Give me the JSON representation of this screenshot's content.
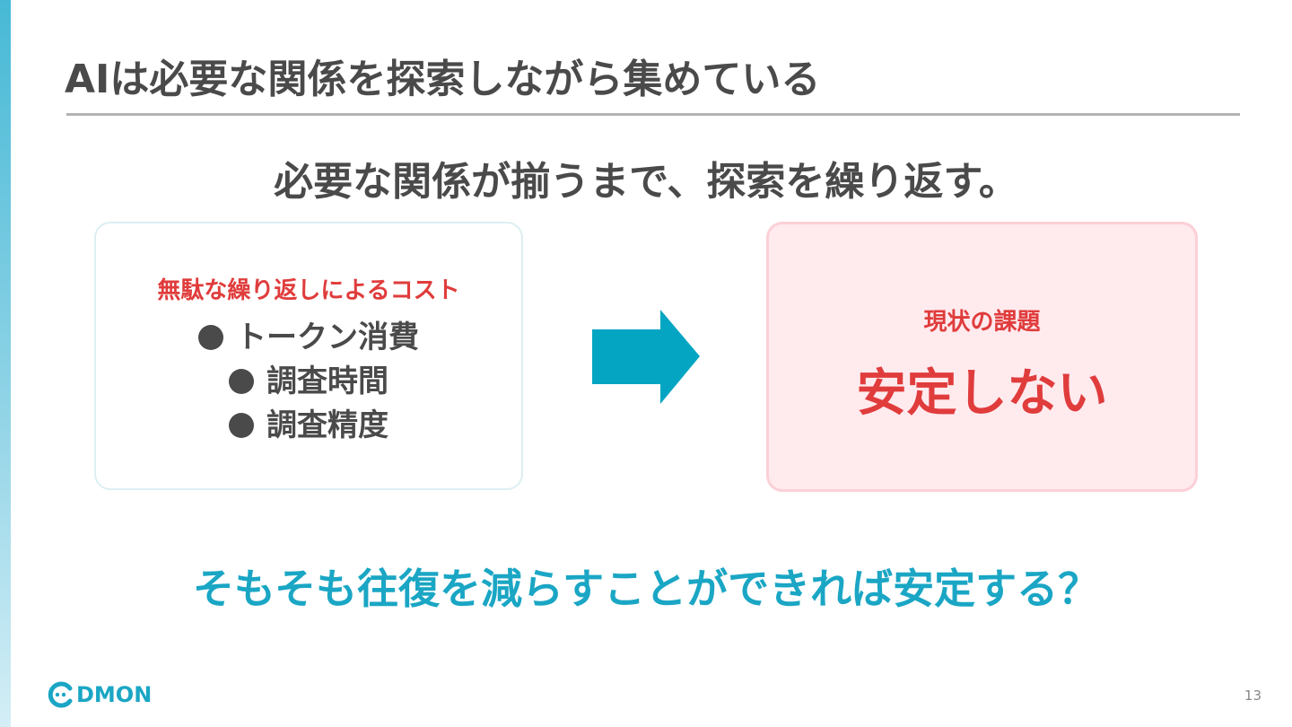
{
  "slide": {
    "title": "AIは必要な関係を探索しながら集めている",
    "subtitle": "必要な関係が揃うまで、探索を繰り返す。",
    "question": "そもそも往復を減らすことができれば安定する？",
    "page_number": "13"
  },
  "left_card": {
    "heading": "無駄な繰り返しによるコスト",
    "items": [
      {
        "label": "トークン消費"
      },
      {
        "label": "調査時間"
      },
      {
        "label": "調査精度"
      }
    ]
  },
  "right_card": {
    "label": "現状の課題",
    "text": "安定しない"
  },
  "logo": {
    "text": "DMON"
  },
  "colors": {
    "accent": "#1aa6c4",
    "arrow": "#04a5c3",
    "alert": "#e03c3c",
    "text": "#4a4a4a"
  }
}
